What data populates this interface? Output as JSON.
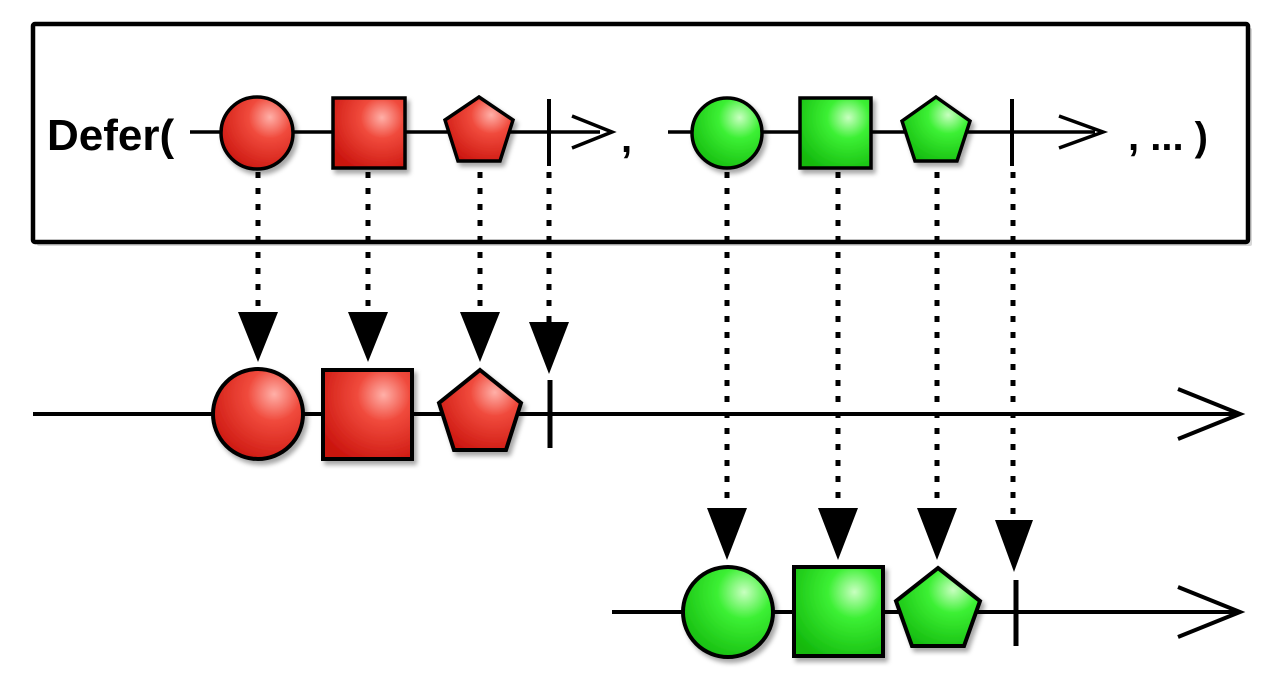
{
  "diagram": {
    "operator_label": "Defer(",
    "separator_label": ",",
    "ellipsis_label": ", ... )",
    "colors": {
      "red_fill": "#e8231c",
      "red_highlight": "#ffb0a8",
      "green_fill": "#22e01a",
      "green_highlight": "#c8ffc0",
      "stroke": "#000000",
      "frame_shadow": "#bbbbbb"
    },
    "input_streams": [
      {
        "name": "red-input",
        "color": "red",
        "items": [
          "circle",
          "square",
          "pentagon"
        ],
        "completes": true
      },
      {
        "name": "green-input",
        "color": "green",
        "items": [
          "circle",
          "square",
          "pentagon"
        ],
        "completes": true
      }
    ],
    "output_streams": [
      {
        "name": "red-output",
        "color": "red",
        "items": [
          "circle",
          "square",
          "pentagon"
        ],
        "completes": true
      },
      {
        "name": "green-output",
        "color": "green",
        "items": [
          "circle",
          "square",
          "pentagon"
        ],
        "completes": true
      }
    ]
  }
}
